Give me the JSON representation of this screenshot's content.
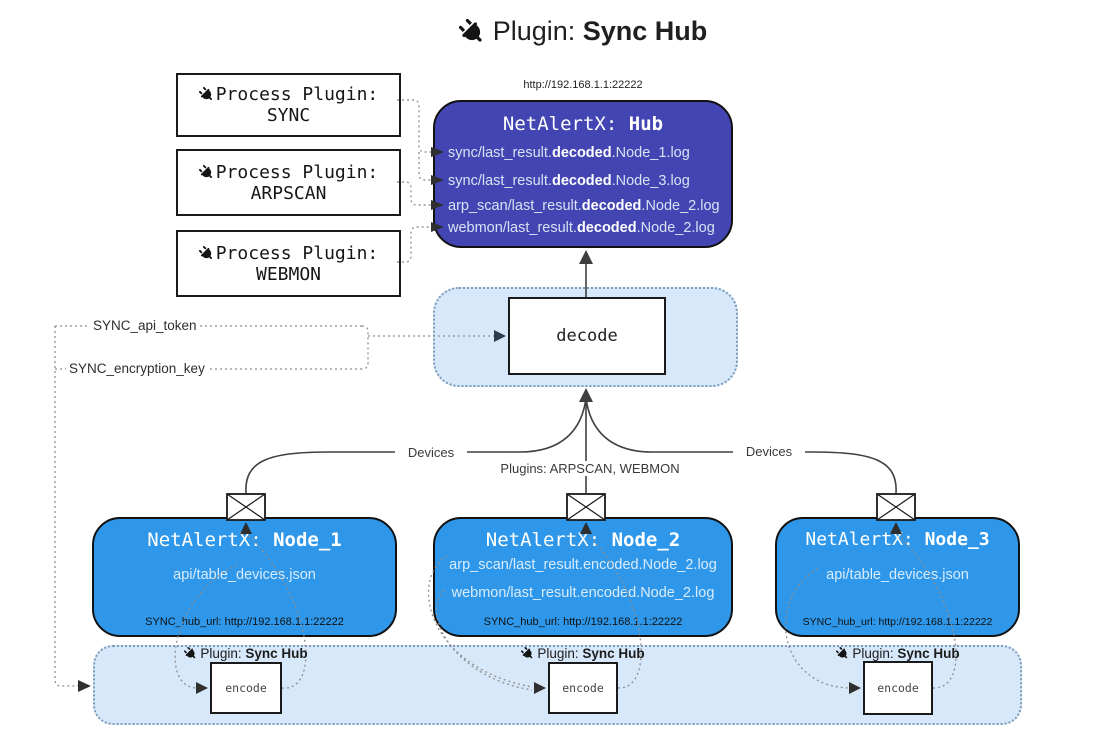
{
  "title": {
    "prefix": "Plugin:",
    "bold": "Sync Hub"
  },
  "hub": {
    "url": "http://192.168.1.1:22222",
    "title_prefix": "NetAlertX: ",
    "title_bold": "Hub",
    "lines": [
      {
        "pre": "sync/last_result.",
        "bold": "decoded",
        "post": ".Node_1.log"
      },
      {
        "pre": "sync/last_result.",
        "bold": "decoded",
        "post": ".Node_3.log"
      },
      {
        "pre": "arp_scan/last_result.",
        "bold": "decoded",
        "post": ".Node_2.log"
      },
      {
        "pre": "webmon/last_result.",
        "bold": "decoded",
        "post": ".Node_2.log"
      }
    ]
  },
  "process_plugins": [
    {
      "label": "Process Plugin:",
      "name": "SYNC"
    },
    {
      "label": "Process Plugin:",
      "name": "ARPSCAN"
    },
    {
      "label": "Process Plugin:",
      "name": "WEBMON"
    }
  ],
  "decode": {
    "label": "decode"
  },
  "config": {
    "api_token": "SYNC_api_token",
    "encryption_key": "SYNC_encryption_key"
  },
  "edge_labels": {
    "devices_left": "Devices",
    "plugins_center": "Plugins: ARPSCAN, WEBMON",
    "devices_right": "Devices"
  },
  "nodes": [
    {
      "title_prefix": "NetAlertX: ",
      "title_bold": "Node_1",
      "line1": "api/table_devices.json",
      "hub_url": "SYNC_hub_url: http://192.168.1.1:22222"
    },
    {
      "title_prefix": "NetAlertX: ",
      "title_bold": "Node_2",
      "line1": "arp_scan/last_result.encoded.Node_2.log",
      "line2": "webmon/last_result.encoded.Node_2.log",
      "hub_url": "SYNC_hub_url: http://192.168.1.1:22222"
    },
    {
      "title_prefix": "NetAlertX: ",
      "title_bold": "Node_3",
      "line1": "api/table_devices.json",
      "hub_url": "SYNC_hub_url: http://192.168.1.1:22222"
    }
  ],
  "encoders": [
    {
      "label_prefix": "Plugin:",
      "label_bold": "Sync Hub",
      "box_label": "encode"
    },
    {
      "label_prefix": "Plugin:",
      "label_bold": "Sync Hub",
      "box_label": "encode"
    },
    {
      "label_prefix": "Plugin:",
      "label_bold": "Sync Hub",
      "box_label": "encode"
    }
  ],
  "colors": {
    "hub_bg": "#4245b2",
    "node_bg": "#2f97e9",
    "container_bg": "#d7e8fa",
    "container_border": "#7d9cba",
    "light_text": "#d8ecfc",
    "line": "#3f3f3f",
    "dotted": "#979797",
    "arrow_dark": "#2e3c4e"
  }
}
